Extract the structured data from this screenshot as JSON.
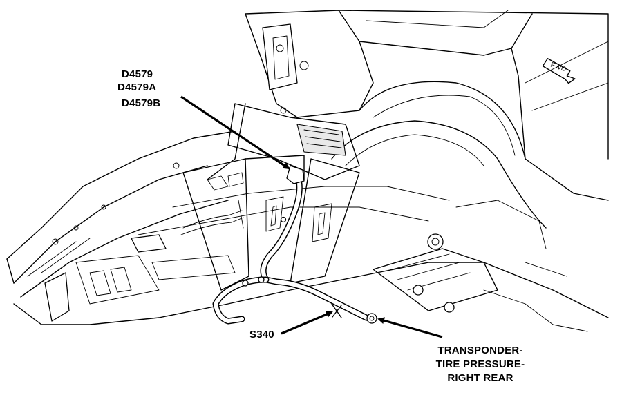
{
  "diagram": {
    "labels": {
      "connector_ids": [
        "D4579",
        "D4579A",
        "D4579B"
      ],
      "splice": "S340",
      "transponder": [
        "TRANSPONDER-",
        "TIRE PRESSURE-",
        "RIGHT REAR"
      ],
      "fwd": "FWD"
    },
    "colors": {
      "line": "#000000",
      "background": "#ffffff"
    }
  }
}
